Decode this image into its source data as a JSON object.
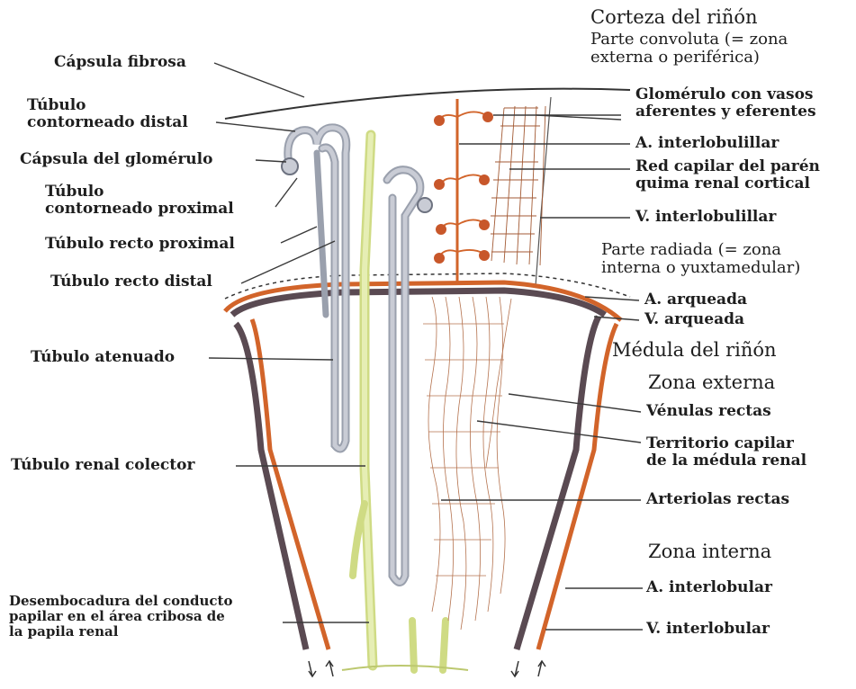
{
  "labels_left": {
    "capsula_fibrosa": "Cápsula fibrosa",
    "tubulo_distal": "Túbulo\ncontorneado distal",
    "capsula_glomerulo": "Cápsula del glomérulo",
    "tubulo_proximal": "Túbulo\ncontorneado proximal",
    "recto_proximal": "Túbulo recto proximal",
    "recto_distal": "Túbulo recto distal",
    "atenuado": "Túbulo atenuado",
    "colector": "Túbulo renal colector",
    "desembocadura": "Desembocadura del conducto\npapilar en el área cribosa de\nla papila renal"
  },
  "labels_right": {
    "corteza": "Corteza del riñón",
    "convoluta": "Parte convoluta (= zona\nexterna o periférica)",
    "glomerulo_vasos": "Glomérulo con vasos\naferentes y eferentes",
    "a_interlobulillar": "A. interlobulillar",
    "red_capilar": "Red capilar del parén\nquima renal cortical",
    "v_interlobulillar": "V. interlobulillar",
    "radiada": "Parte radiada (= zona\ninterna o yuxtamedular)",
    "a_arqueada": "A. arqueada",
    "v_arqueada": "V. arqueada",
    "medula": "Médula del riñón",
    "zona_externa": "Zona externa",
    "venulas": "Vénulas rectas",
    "territorio": "Territorio capilar\nde la médula renal",
    "arteriolas": "Arteriolas rectas",
    "zona_interna": "Zona interna",
    "a_interlobular": "A. interlobular",
    "v_interlobular": "V. interlobular"
  },
  "colors": {
    "artery": "#d2642a",
    "vein": "#5a4a52",
    "collecting_duct": "#dde79a",
    "tubule": "#b9bcc7",
    "leader": "#3a3a3a"
  }
}
